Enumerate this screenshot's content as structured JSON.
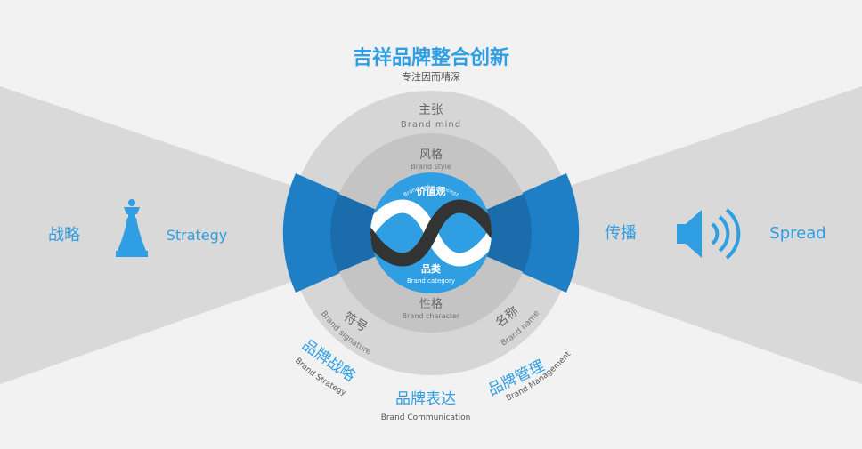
{
  "title": "吉祥品牌整合创新",
  "subtitle": "专注因而精深",
  "colors": {
    "accent": "#2f9ee3",
    "accent_dark": "#1f7fc6",
    "dark": "#333333",
    "text_gray": "#666666"
  },
  "left": {
    "label_cn": "战略",
    "label_en": "Strategy",
    "icon": "chess-queen-icon"
  },
  "right": {
    "label_cn": "传播",
    "label_en": "Spread",
    "icon": "speaker-icon"
  },
  "rings": {
    "outer_top_cn": "主张",
    "outer_top_en": "Brand mind",
    "middle_top_cn": "风格",
    "middle_top_en": "Brand style",
    "middle_bottom_cn": "性格",
    "middle_bottom_en": "Brand character",
    "outer_left_cn": "符号",
    "outer_left_en": "Brand signature",
    "outer_right_cn": "名称",
    "outer_right_en": "Brand name"
  },
  "core": {
    "top_cn": "价值观",
    "top_en": "Brand value concept",
    "bottom_cn": "品类",
    "bottom_en": "Brand category"
  },
  "bottom": {
    "strategy_cn": "品牌战略",
    "strategy_en": "Brand Strategy",
    "communication_cn": "品牌表达",
    "communication_en": "Brand Communication",
    "management_cn": "品牌管理",
    "management_en": "Brand Management"
  }
}
